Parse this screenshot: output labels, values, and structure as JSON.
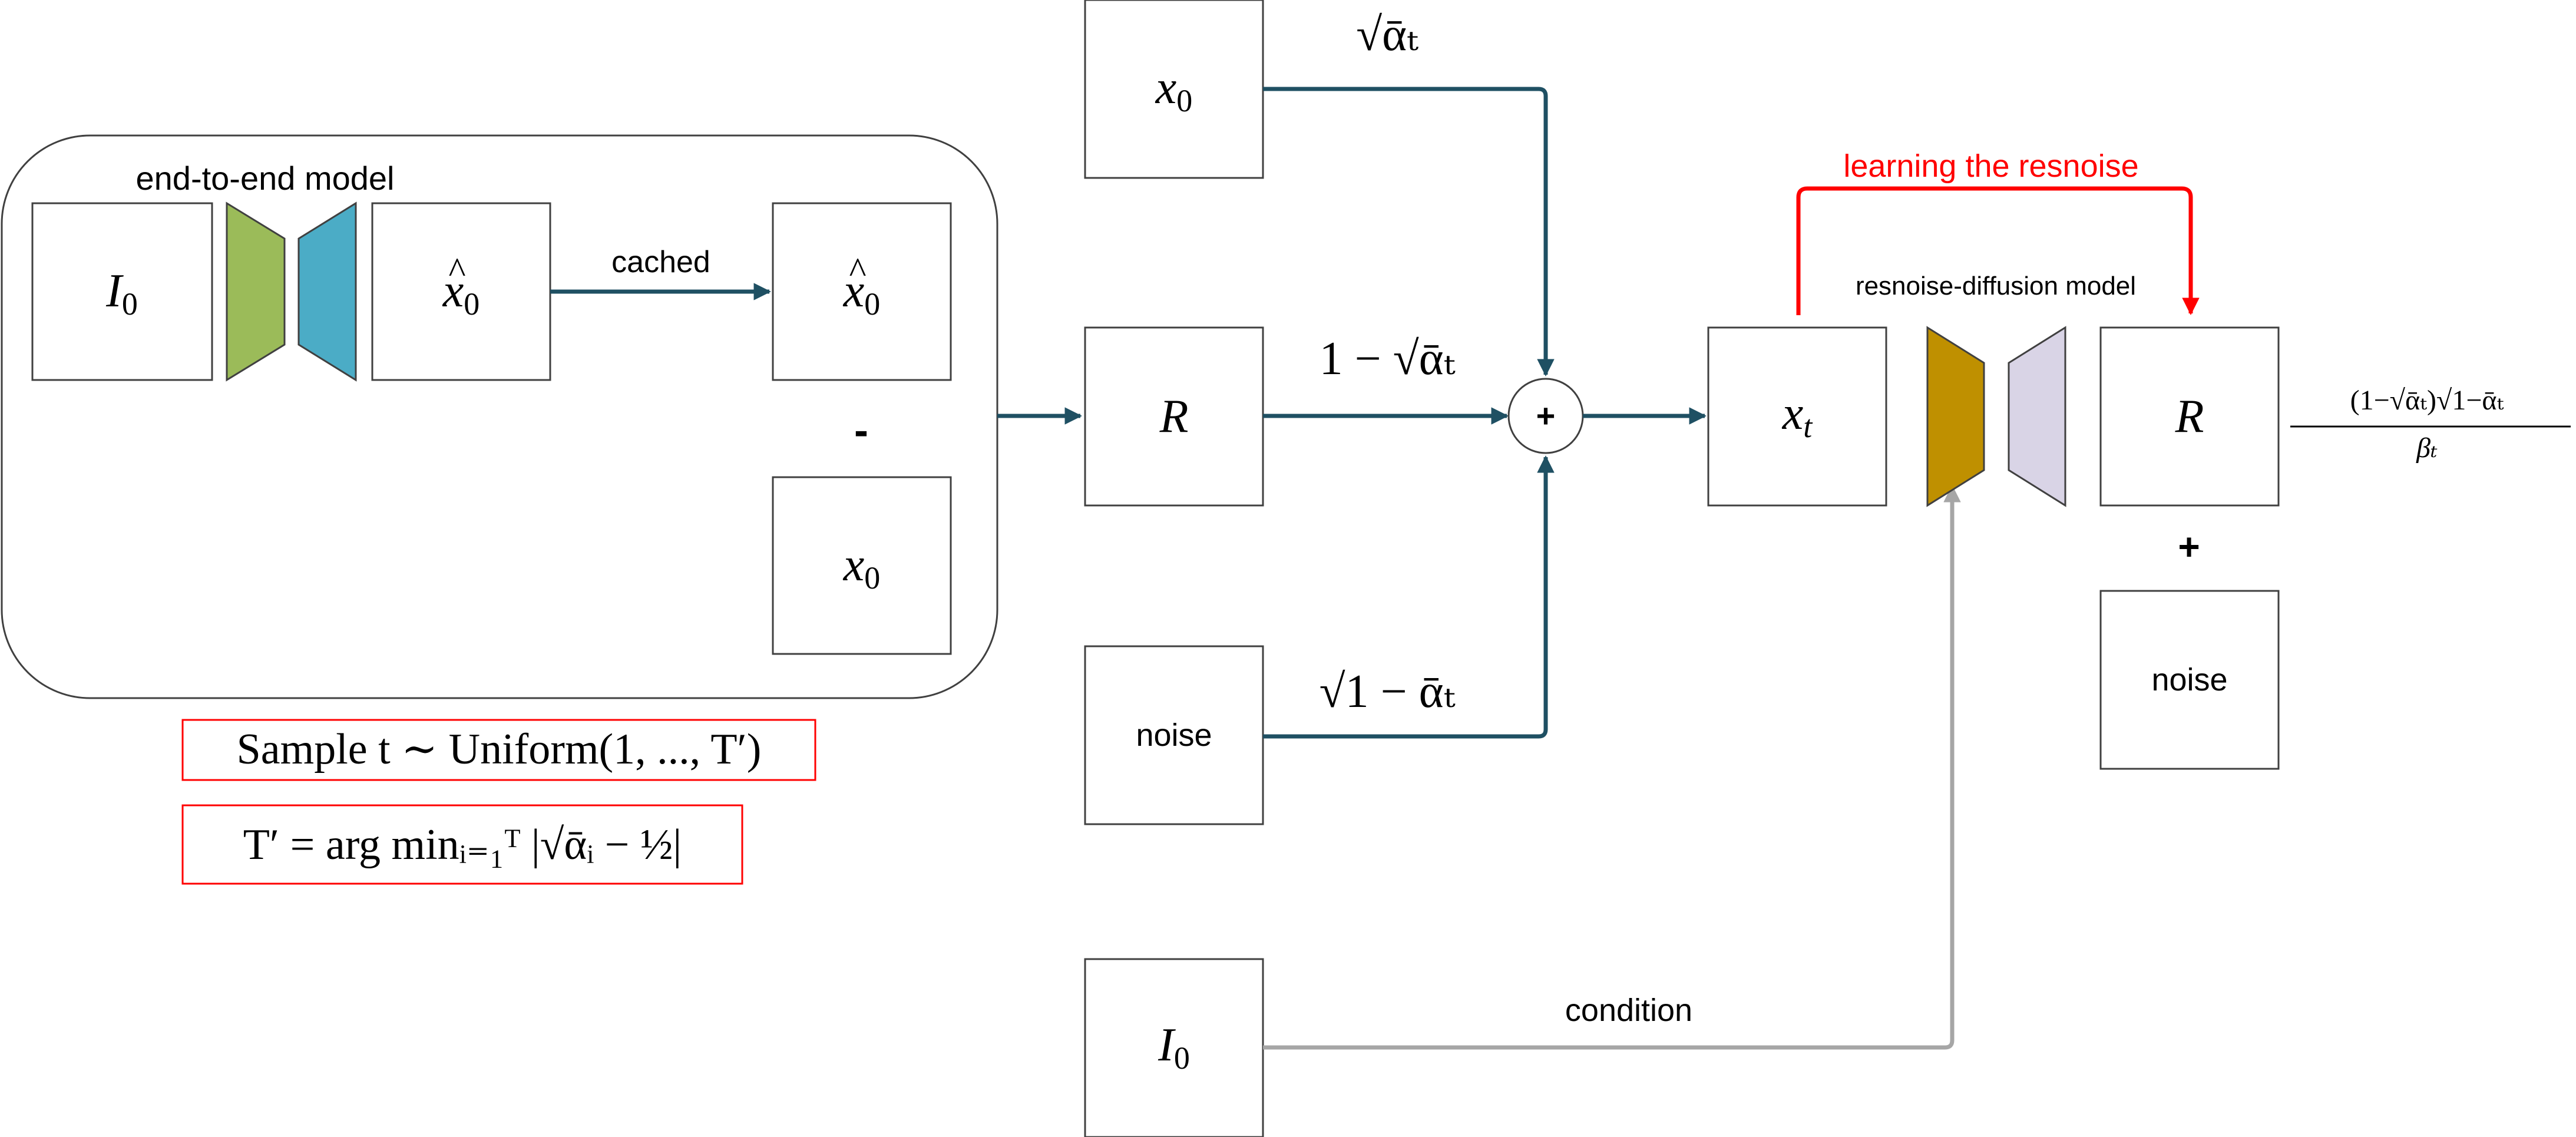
{
  "labels": {
    "end_to_end_model": "end-to-end model",
    "cached": "cached",
    "minus": "-",
    "learning_resnoise": "learning the resnoise",
    "resnoise_diffusion_model": "resnoise-diffusion model",
    "plus": "+",
    "noise_input": "noise",
    "noise_output": "noise",
    "condition": "condition"
  },
  "symbols": {
    "I": "I",
    "sub0": "0",
    "x": "x",
    "hat": "^",
    "R": "R",
    "t": "t",
    "alpha": "α"
  },
  "weights": {
    "sqrt_alpha_bar_t": "√ᾱₜ",
    "one_minus_sqrt_alpha_bar_t": "1 − √ᾱₜ",
    "sqrt_one_minus_alpha_bar_t": "√1 − ᾱₜ"
  },
  "scale_factor": {
    "numerator": "(1−√ᾱₜ)√1−ᾱₜ",
    "denominator": "βₜ"
  },
  "formulas": {
    "sample_t": "Sample t ∼ Uniform(1, ..., T′)",
    "t_prime": "T′ = arg minᵢ₌₁ᵀ |√ᾱᵢ − ½|"
  },
  "colors": {
    "encoder_green": "#9bbb59",
    "decoder_blue": "#4bacc6",
    "diffusion_encoder_gold": "#bf9000",
    "diffusion_decoder_lavender": "#d9d4e6",
    "main_arrow": "#1f5063",
    "condition_arrow": "#a6a6a6",
    "highlight_red": "#ff0000"
  }
}
